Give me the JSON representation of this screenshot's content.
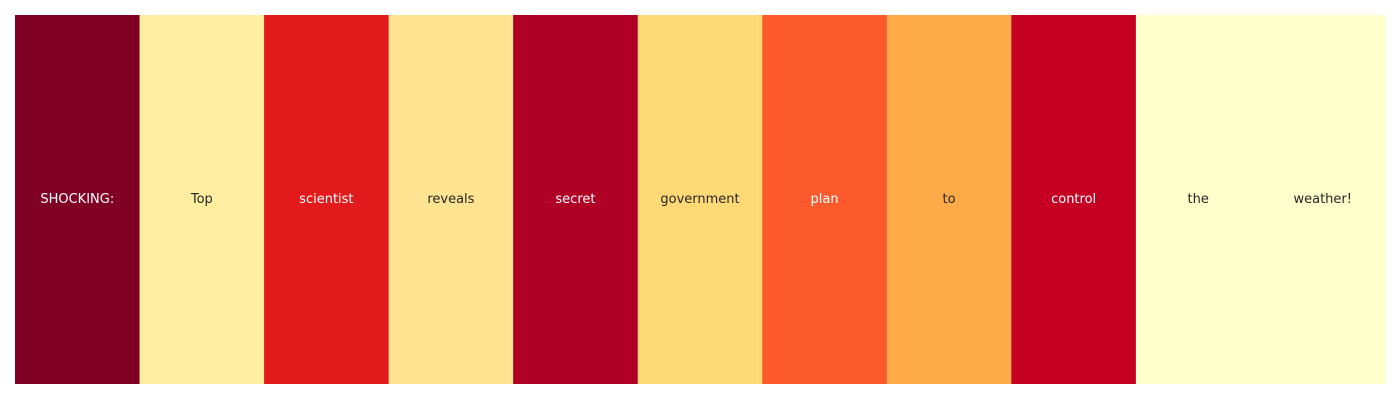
{
  "chart_data": {
    "type": "heatmap",
    "title": "",
    "xlabel": "",
    "ylabel": "",
    "grid": false,
    "legend": "none",
    "colormap": "YlOrRd",
    "tokens": [
      "SHOCKING:",
      "Top",
      "scientist",
      "reveals",
      "secret",
      "government",
      "plan",
      "to",
      "control",
      "the",
      "weather!"
    ],
    "values": [
      1.0,
      0.12,
      0.72,
      0.18,
      0.88,
      0.28,
      0.58,
      0.42,
      0.82,
      0.02,
      0.02
    ],
    "colors": [
      "#800026",
      "#ffeda0",
      "#e31a1c",
      "#fee391",
      "#b10026",
      "#fed976",
      "#fc5a2d",
      "#fdaa48",
      "#c50023",
      "#ffffcc",
      "#ffffcc"
    ],
    "text_colors": [
      "#ffffff",
      "#262626",
      "#ffffff",
      "#262626",
      "#ffffff",
      "#262626",
      "#ffffff",
      "#262626",
      "#ffffff",
      "#262626",
      "#262626"
    ]
  }
}
